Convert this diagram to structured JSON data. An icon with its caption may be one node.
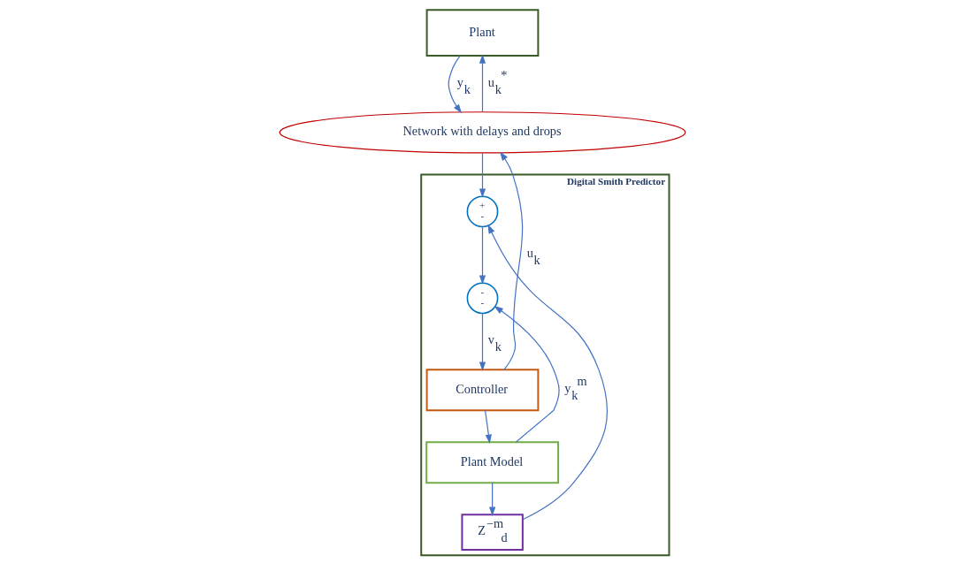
{
  "diagram": {
    "nodes": [
      {
        "text": [
          "Plant"
        ]
      },
      {
        "text": [
          "Network with delays and drops"
        ]
      },
      {
        "text": [
          "Digital Smith Predictor"
        ]
      },
      {
        "text": [
          "Controller"
        ],
        "in": 2
      },
      {
        "text": [
          "-",
          "-"
        ],
        "in": 2
      },
      {
        "text": [
          "+",
          "-"
        ],
        "in": 2
      },
      {
        "text": [
          "Plant Model"
        ],
        "in": 2
      },
      {
        "text": [
          "Z$^{−m}$$_{d}$"
        ],
        "in": 2
      }
    ],
    "edges": [
      {
        "from": 1,
        "to": 0,
        "arrow": "to",
        "label": "u$_{k}$$^{*}$"
      },
      {
        "from": 0,
        "to": 1,
        "arrow": "to",
        "label": "y$_{k}$"
      },
      {
        "from": 1,
        "to": 5,
        "arrow": "to"
      },
      {
        "from": 5,
        "to": 4,
        "arrow": "to"
      },
      {
        "from": 4,
        "to": 3,
        "arrow": "to",
        "label": "v$_{k}$"
      },
      {
        "from": 3,
        "to": 1,
        "arrow": "to",
        "label": "u$_{k}$"
      },
      {
        "from": 3,
        "to": 6,
        "arrow": "to"
      },
      {
        "from": 6,
        "to": 4,
        "arrow": "to",
        "label": "y$_{k}$$^{m}$"
      },
      {
        "from": 6,
        "to": 7,
        "arrow": "to"
      },
      {
        "from": 7,
        "to": 5,
        "arrow": "to"
      }
    ]
  }
}
